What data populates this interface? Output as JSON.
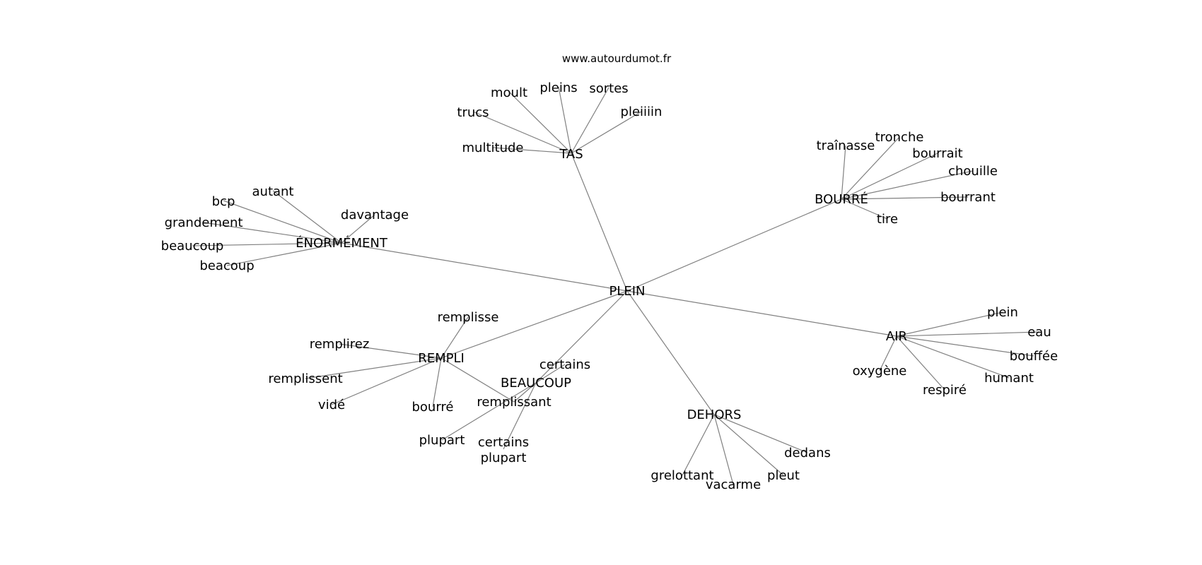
{
  "source": "www.autourdumot.fr",
  "colors": {
    "edge": "#808080",
    "text": "#000000",
    "background": "#ffffff"
  },
  "nodes": {
    "plein_center": "PLEIN",
    "tas": "TAS",
    "enormement": "ÉNORMÉMENT",
    "bourre_hub": "BOURRÉ",
    "air": "AIR",
    "dehors": "DEHORS",
    "rempli": "REMPLI",
    "beaucoup_hub": "BEAUCOUP",
    "moult": "moult",
    "pleins": "pleins",
    "sortes": "sortes",
    "trucs": "trucs",
    "pleiiiin": "pleiiiin",
    "multitude": "multitude",
    "autant": "autant",
    "bcp": "bcp",
    "davantage": "davantage",
    "grandement": "grandement",
    "beaucoup_leaf": "beaucoup",
    "beacoup": "beacoup",
    "trainasse": "traînasse",
    "tronche": "tronche",
    "bourrait": "bourrait",
    "chouille": "chouille",
    "bourrant": "bourrant",
    "tire": "tire",
    "plein_leaf": "plein",
    "eau": "eau",
    "bouffee": "bouffée",
    "oxygene": "oxygène",
    "humant": "humant",
    "respire": "respiré",
    "dedans": "dedans",
    "pleut": "pleut",
    "grelottant": "grelottant",
    "vacarme": "vacarme",
    "remplisse": "remplisse",
    "remplirez": "remplirez",
    "remplissent": "remplissent",
    "vide": "vidé",
    "bourre_leaf": "bourré",
    "certains": "certains",
    "remplissant": "remplissant",
    "plupart": "plupart",
    "certains_plupart_1": "certains",
    "certains_plupart_2": "plupart"
  }
}
